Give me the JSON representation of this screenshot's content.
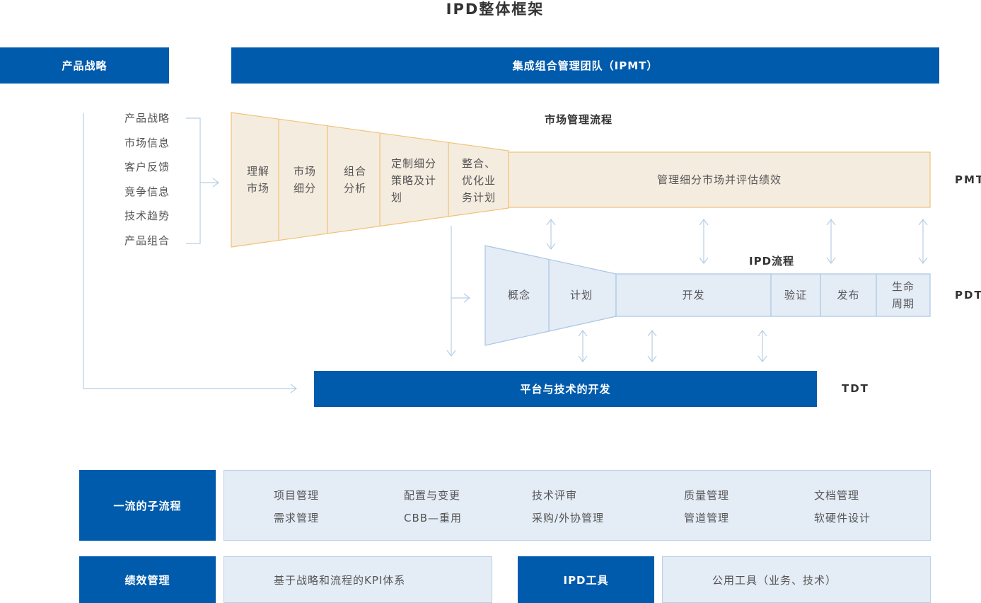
{
  "title": "IPD整体框架",
  "top": {
    "strategy_box": "产品战略",
    "ipmt_box": "集成组合管理团队（IPMT）"
  },
  "inputs": [
    "产品战略",
    "市场信息",
    "客户反馈",
    "竞争信息",
    "技术趋势",
    "产品组合"
  ],
  "market_process": {
    "title": "市场管理流程",
    "steps": [
      [
        "理解",
        "市场"
      ],
      [
        "市场",
        "细分"
      ],
      [
        "组合",
        "分析"
      ],
      [
        "定制细分",
        "策略及计",
        "划"
      ],
      [
        "整合、",
        "优化业",
        "务计划"
      ]
    ],
    "bar_label": "管理细分市场并评估绩效",
    "team": "PMT"
  },
  "ipd_process": {
    "title": "IPD流程",
    "steps": [
      "概念",
      "计划",
      "开发",
      "验证",
      "发布",
      [
        "生命",
        "周期"
      ]
    ],
    "team": "PDT"
  },
  "tech": {
    "bar_label": "平台与技术的开发",
    "team": "TDT"
  },
  "bottom": {
    "subprocess": {
      "label": "一流的子流程",
      "items": [
        [
          "项目管理",
          "配置与变更",
          "技术评审",
          "质量管理",
          "文档管理"
        ],
        [
          "需求管理",
          "CBB—重用",
          "采购/外协管理",
          "管道管理",
          "软硬件设计"
        ]
      ]
    },
    "performance": {
      "label": "绩效管理",
      "content": "基于战略和流程的KPI体系"
    },
    "tools": {
      "label": "IPD工具",
      "content": "公用工具（业务、技术）"
    }
  },
  "colors": {
    "brand_blue": "#005bac",
    "market_fill": "#f5ece0",
    "market_stroke": "#f0c274",
    "ipd_fill": "#e4ecf6",
    "ipd_stroke": "#a8c6e3",
    "connector": "#b8cfe4"
  }
}
